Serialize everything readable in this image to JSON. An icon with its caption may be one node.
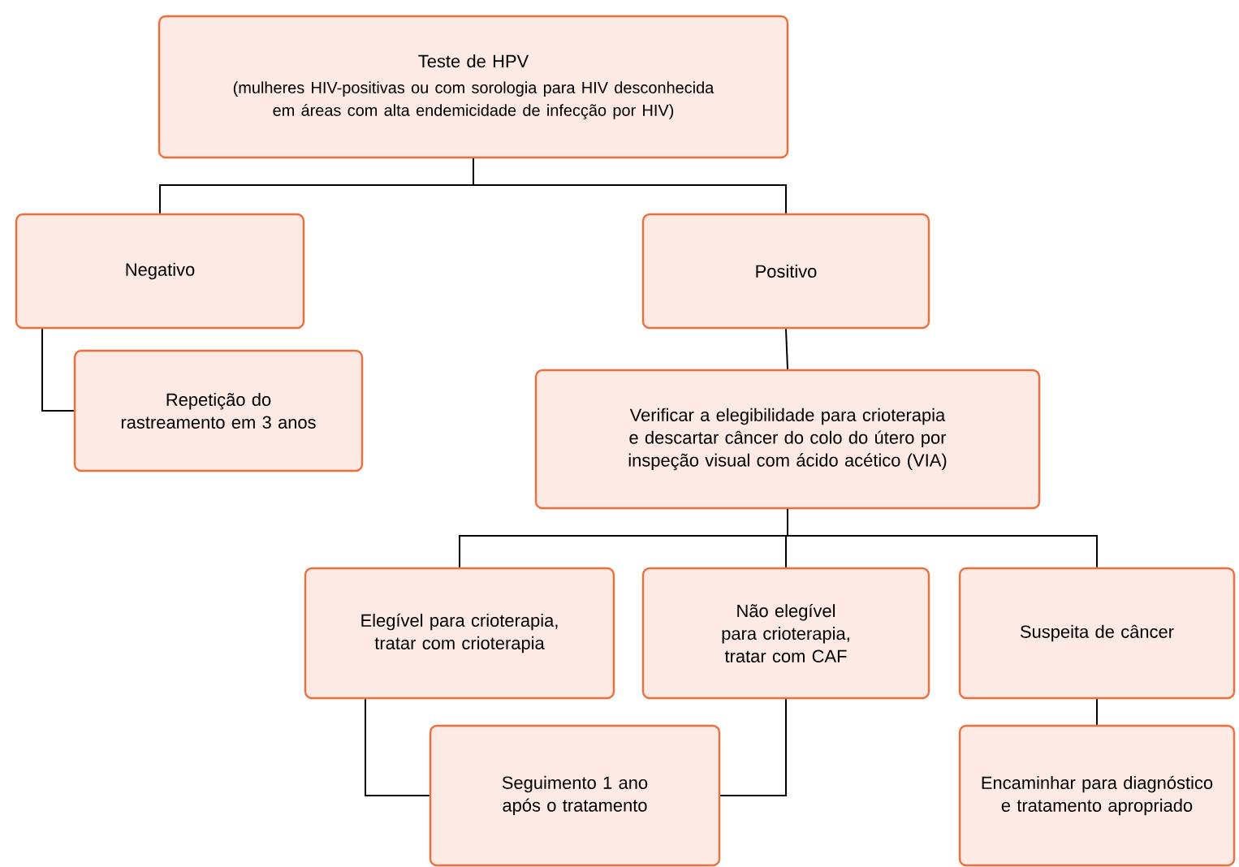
{
  "diagram": {
    "nodes": [
      {
        "text": [
          "Teste de HPV",
          "(mulheres HIV-positivas ou com sorologia para HIV desconhecida em áreas com alta endemicidade de infecção por HIV)"
        ]
      },
      {
        "text": [
          "Negativo"
        ]
      },
      {
        "text": [
          "Positivo"
        ]
      },
      {
        "text": [
          "Repetição do rastreamento em 3 anos"
        ]
      },
      {
        "text": [
          "Verificar a elegibilidade para crioterapia e descartar câncer do colo do útero por inspeção visual com ácido acético (VIA)"
        ]
      },
      {
        "text": [
          "Elegível para crioterapia, tratar com crioterapia"
        ]
      },
      {
        "text": [
          "Não elegível para crioterapia, tratar com CAF"
        ]
      },
      {
        "text": [
          "Suspeita de câncer"
        ]
      },
      {
        "text": [
          "Seguimento 1 ano após o tratamento"
        ]
      },
      {
        "text": [
          "Encaminhar para diagnóstico e tratamento apropriado"
        ]
      }
    ],
    "edges": [
      {
        "from": 0,
        "to": 1,
        "arrow": "none"
      },
      {
        "from": 0,
        "to": 2,
        "arrow": "none"
      },
      {
        "from": 1,
        "to": 3,
        "arrow": "none"
      },
      {
        "from": 2,
        "to": 4,
        "arrow": "none"
      },
      {
        "from": 4,
        "to": 5,
        "arrow": "none"
      },
      {
        "from": 4,
        "to": 6,
        "arrow": "none"
      },
      {
        "from": 4,
        "to": 7,
        "arrow": "none"
      },
      {
        "from": 5,
        "to": 8,
        "arrow": "none"
      },
      {
        "from": 6,
        "to": 8,
        "arrow": "none"
      },
      {
        "from": 7,
        "to": 9,
        "arrow": "none"
      }
    ]
  }
}
